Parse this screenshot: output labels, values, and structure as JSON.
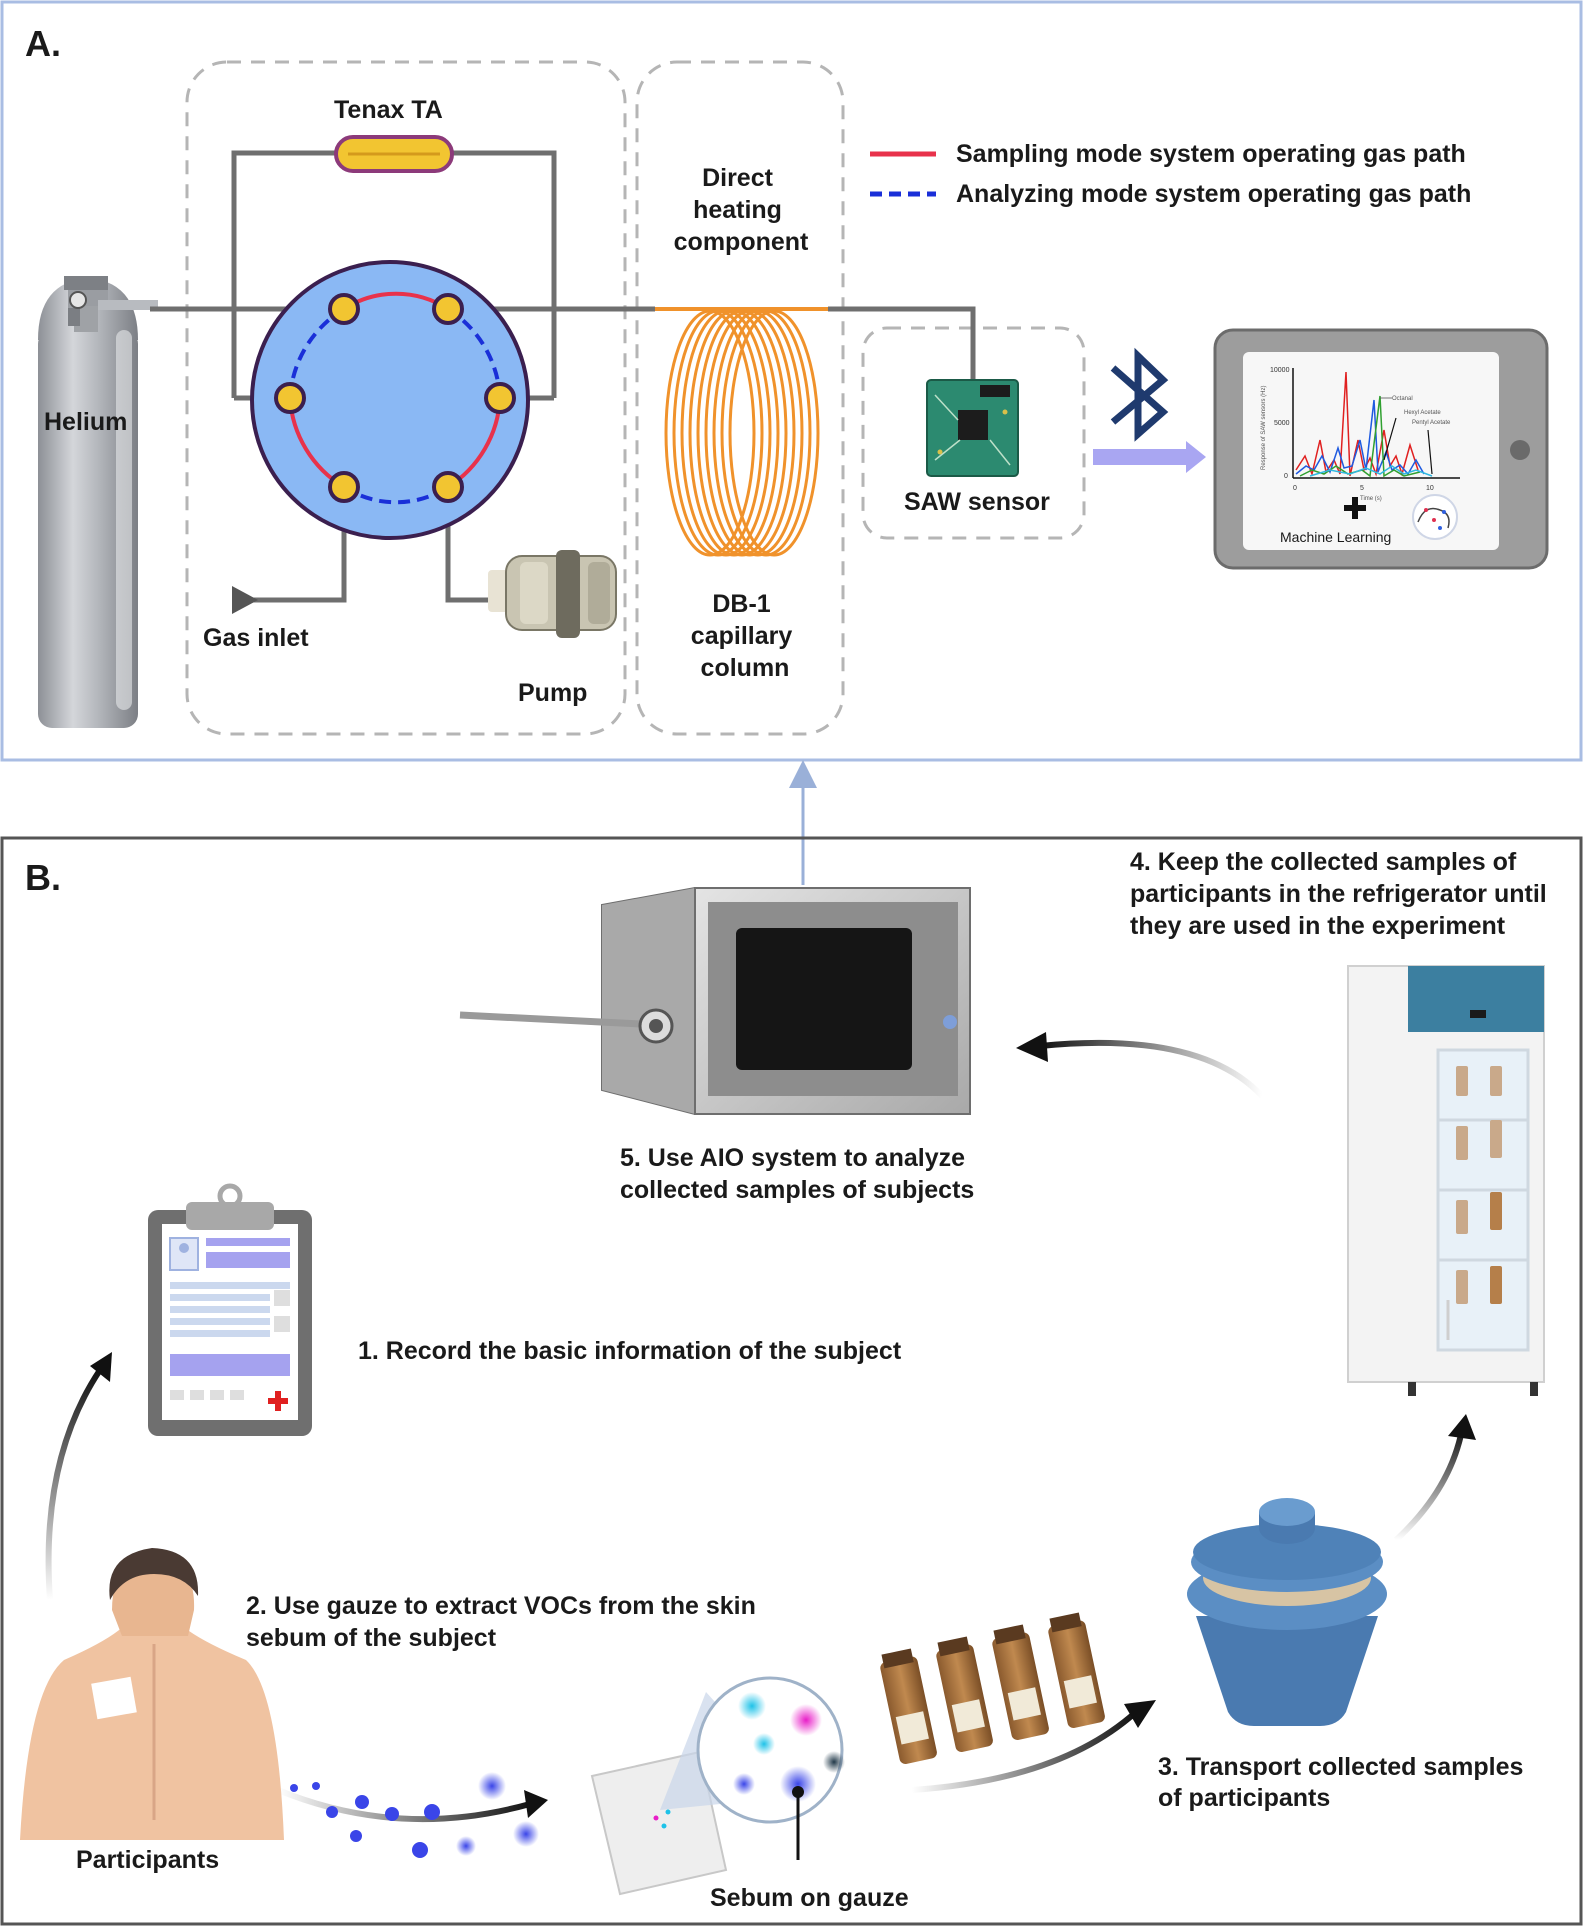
{
  "panel_a": {
    "letter": "A.",
    "labels": {
      "tenax": "Tenax TA",
      "direct_heating": [
        "Direct",
        "heating",
        "component"
      ],
      "helium": "Helium",
      "gas_inlet": "Gas inlet",
      "pump": "Pump",
      "column": [
        "DB-1",
        "capillary",
        "column"
      ],
      "saw_sensor": "SAW sensor",
      "machine_learning": "Machine  Learning"
    },
    "legend": [
      {
        "label": "Sampling mode system operating gas path",
        "color": "#e8324b",
        "style": "solid"
      },
      {
        "label": "Analyzing mode system operating gas path",
        "color": "#1a2fd8",
        "style": "dashed"
      }
    ],
    "tablet_chart": {
      "ylabel": "Response of SAW sensors (Hz)",
      "xlabel": "Time (s)",
      "y_ticks": [
        "10000",
        "5000",
        "0"
      ],
      "x_ticks": [
        "0",
        "5",
        "10"
      ],
      "annotations": [
        "Octanal",
        "Hexyl Acetate",
        "Pentyl Acetate"
      ]
    }
  },
  "panel_b": {
    "letter": "B.",
    "steps": {
      "step1": "1. Record the basic information of the subject",
      "step2": [
        "2. Use gauze to extract VOCs from the skin",
        "sebum of the subject"
      ],
      "step3": [
        "3. Transport collected samples",
        "of  participants"
      ],
      "step4": [
        "4. Keep the collected samples of",
        "participants in the refrigerator until",
        "they are used in the experiment"
      ],
      "step5": [
        "5. Use AIO system to analyze",
        "collected samples of subjects"
      ]
    },
    "participants": "Participants",
    "sebum_on_gauze": "Sebum on gauze"
  },
  "colors": {
    "panel_a_border": "#a9bde3",
    "panel_b_border": "#555555",
    "valve_blue": "#8ab8f4",
    "coil_orange": "#f0922b",
    "tenax_yellow": "#f2c531",
    "arrow_blue": "#9ab0d8"
  }
}
